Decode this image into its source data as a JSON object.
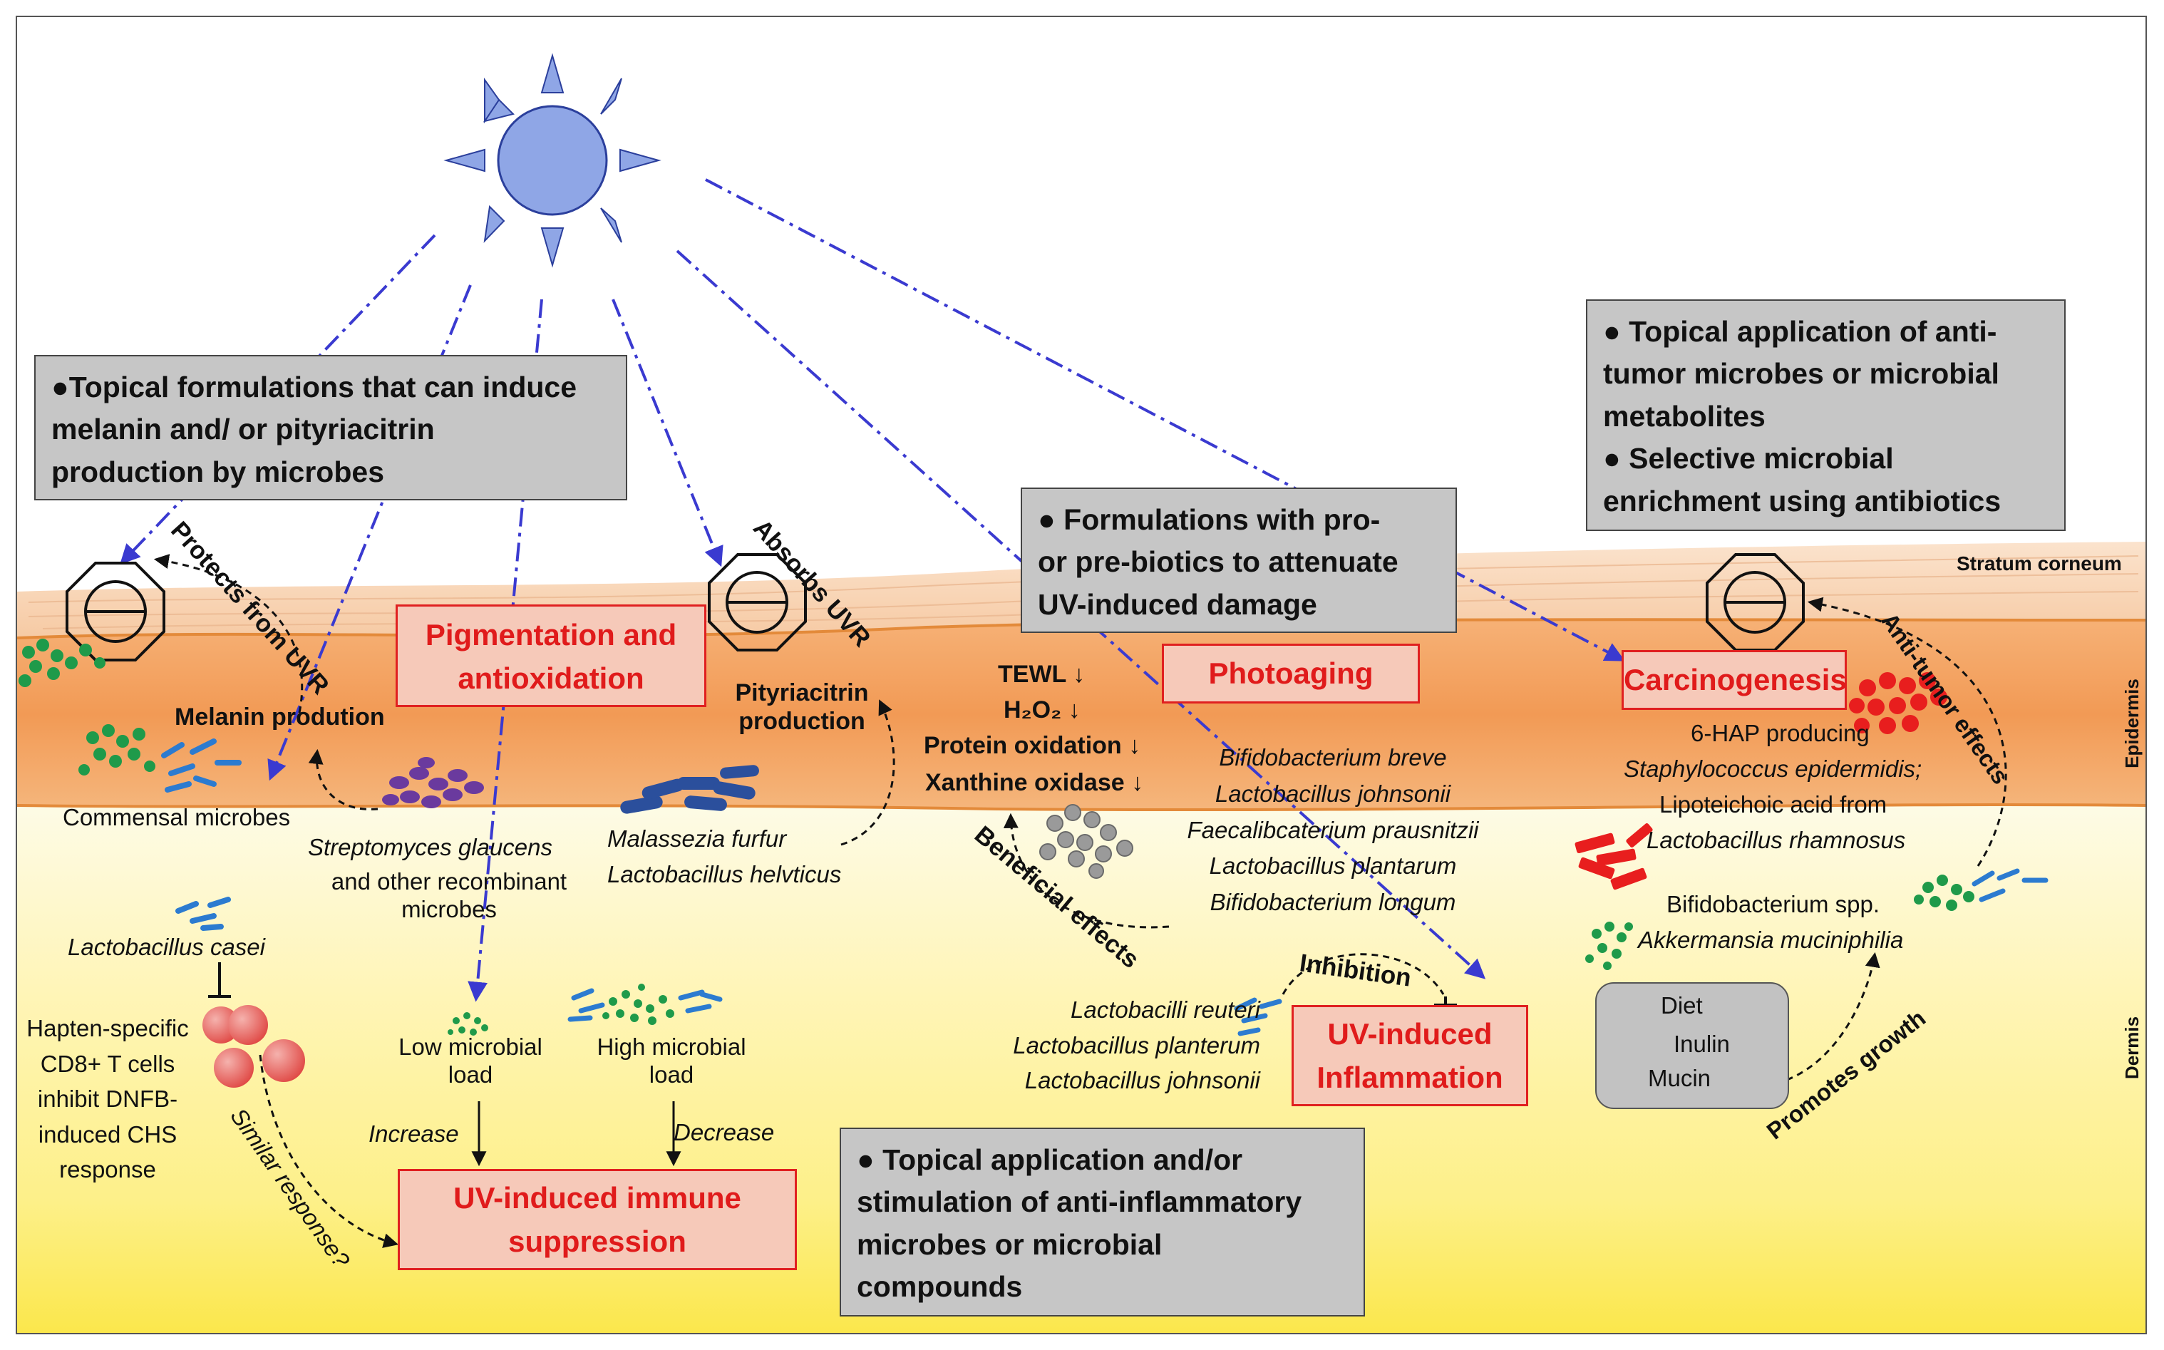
{
  "colors": {
    "arrow_blue": "#3a3ad0",
    "sun_fill": "#8fa6e6",
    "red_label": "#e01b1b",
    "epidermis": "#f39a4f",
    "dermis": "#fff6b0",
    "gray_box": "#c6c6c6"
  },
  "boxes": {
    "topical_melanin": [
      "●Topical formulations that can induce",
      "melanin and/ or pityriacitrin",
      "production by microbes"
    ],
    "probiotics": [
      "● Formulations with pro-",
      "or pre-biotics to attenuate",
      "UV-induced damage"
    ],
    "antitumor": [
      "● Topical application of anti-",
      "tumor microbes or microbial",
      "metabolites",
      "● Selective microbial",
      "enrichment using antibiotics"
    ],
    "antiinflammatory": [
      "● Topical application and/or",
      "stimulation of anti-inflammatory",
      "microbes or microbial",
      "compounds"
    ]
  },
  "outcomes": {
    "pigmentation": [
      "Pigmentation and",
      "antioxidation"
    ],
    "photoaging": "Photoaging",
    "carcinogenesis": "Carcinogenesis",
    "inflammation": [
      "UV-induced",
      "Inflammation"
    ],
    "immune": [
      "UV-induced immune",
      "suppression"
    ]
  },
  "layers": {
    "stratum": "Stratum corneum",
    "epidermis": "Epidermis",
    "dermis": "Dermis"
  },
  "labels": {
    "protects": "Protects from UVR",
    "absorbs": "Absorbs UVR",
    "melanin_prod": "Melanin prodution",
    "commensal": "Commensal microbes",
    "pityriacitrin": [
      "Pityriacitrin",
      "production"
    ],
    "streptomyces": "Streptomyces glaucens",
    "recombinant": [
      "and other recombinant",
      "microbes"
    ],
    "malassezia": "Malassezia furfur",
    "lacto_helv": "Lactobacillus helvticus",
    "tewl": "TEWL ↓",
    "h2o2": "H₂O₂ ↓",
    "protein_ox": "Protein oxidation ↓",
    "xanthine": "Xanthine oxidase ↓",
    "beneficial": "Beneficial effects",
    "photo_species": [
      "Bifidobacterium breve",
      "Lactobacillus johnsonii",
      "Faecalibcaterium prausnitzii",
      "Lactobacillus plantarum",
      "Bifidobacterium longum"
    ],
    "inhibition": "Inhibition",
    "inflam_species": [
      "Lactobacilli reuteri",
      "Lactobacillus planterum",
      "Lactobacillus johnsonii"
    ],
    "sixhap": "6-HAP producing",
    "staph": "Staphylococcus epidermidis;",
    "lipo": "Lipoteichoic acid from",
    "rhamnosus": "Lactobacillus rhamnosus",
    "antitumor_effects": "Anti-tumor effects",
    "bifido_spp": "Bifidobacterium spp.",
    "akkermansia": "Akkermansia muciniphilia",
    "diet": "Diet",
    "inulin": "Inulin",
    "mucin": "Mucin",
    "promotes": "Promotes growth",
    "casei": "Lactobacillus casei",
    "hapten": [
      "Hapten-specific",
      "CD8+ T cells",
      "inhibit DNFB-",
      "induced CHS",
      "response"
    ],
    "similar": "Similar response?",
    "low_load": [
      "Low microbial",
      "load"
    ],
    "high_load": [
      "High microbial",
      "load"
    ],
    "increase": "Increase",
    "decrease": "Decrease"
  }
}
